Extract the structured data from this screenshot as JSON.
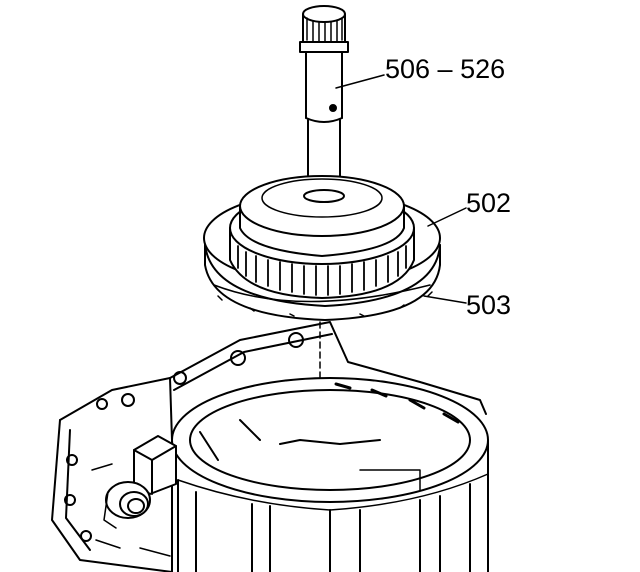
{
  "callouts": [
    {
      "id": "506-526",
      "text": "506 – 526"
    },
    {
      "id": "502",
      "text": "502"
    },
    {
      "id": "503",
      "text": "503"
    }
  ],
  "colors": {
    "line": "#000000",
    "background": "#ffffff"
  }
}
